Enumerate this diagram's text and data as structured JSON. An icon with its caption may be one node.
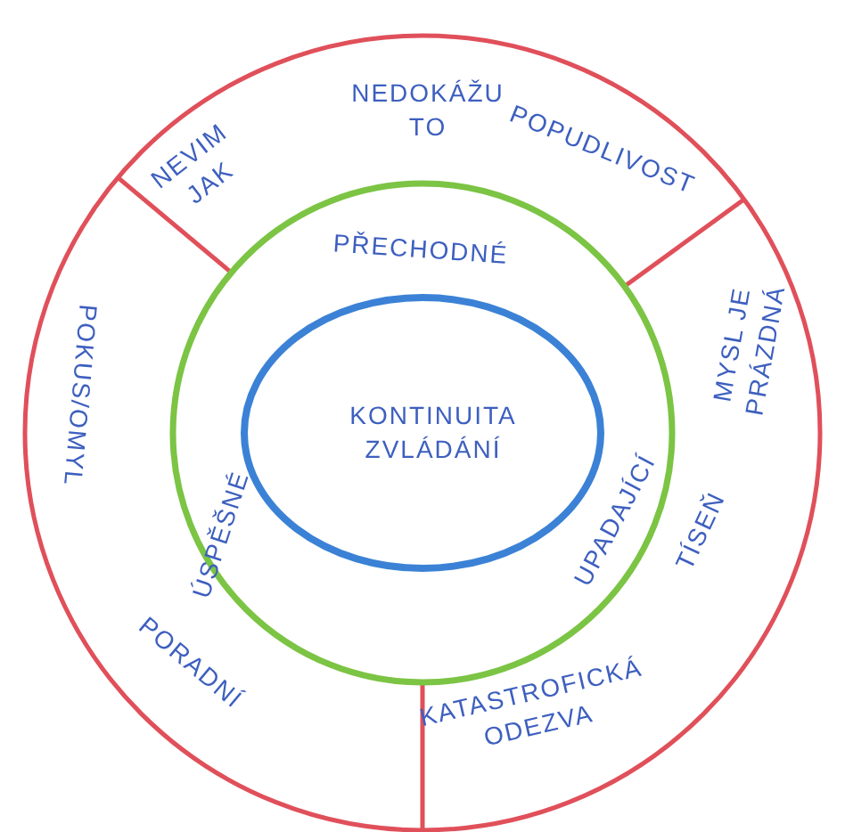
{
  "diagram": {
    "nodes": [
      {
        "text": [],
        "shape": "circle"
      },
      {
        "text": [
          "NEVIM JAK",
          "NEDOKÁŽU TO",
          "POPUDLIVOST"
        ],
        "in": 0
      },
      {
        "text": [
          "MYSL JE PRÁZDNÁ",
          "TÍSEŇ",
          "KATASTROFICKÁ ODEZVA"
        ],
        "in": 0
      },
      {
        "text": [
          "POKUS/OMYL",
          "PORADNÍ"
        ],
        "in": 0
      },
      {
        "text": [
          "PŘECHODNÉ",
          "ÚSPĚŠNÉ",
          "UPADAJÍCÍ"
        ],
        "in": 0
      },
      {
        "text": [
          "KONTINUITA ZVLÁDÁNÍ"
        ],
        "in": 4
      }
    ]
  }
}
